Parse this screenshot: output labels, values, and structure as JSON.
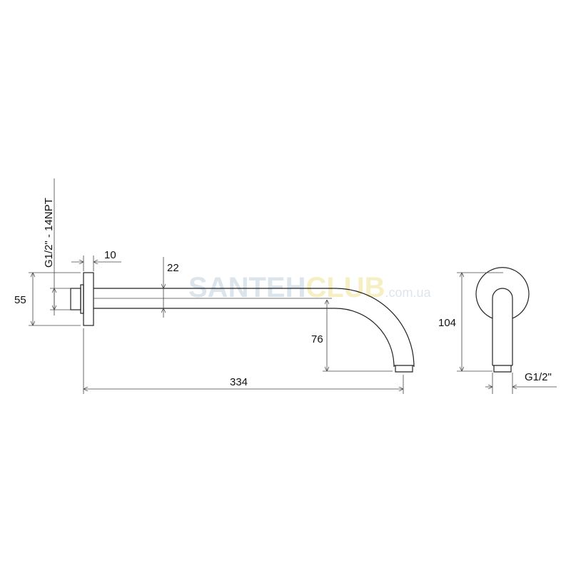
{
  "drawing": {
    "dimensions": {
      "flange_height": "55",
      "thread_label": "G1/2\" - 14NPT",
      "flange_thickness": "10",
      "pipe_diameter": "22",
      "drop_height": "76",
      "total_length": "334",
      "side_height": "104",
      "outlet_thread": "G1/2\""
    },
    "watermark": {
      "part1": "SANTEH",
      "part2": "CLUB",
      "domain": ".com.ua",
      "colors": {
        "part1": "#9fb6c9",
        "part2": "#f0e08a",
        "domain": "#9fb6c9"
      }
    }
  }
}
